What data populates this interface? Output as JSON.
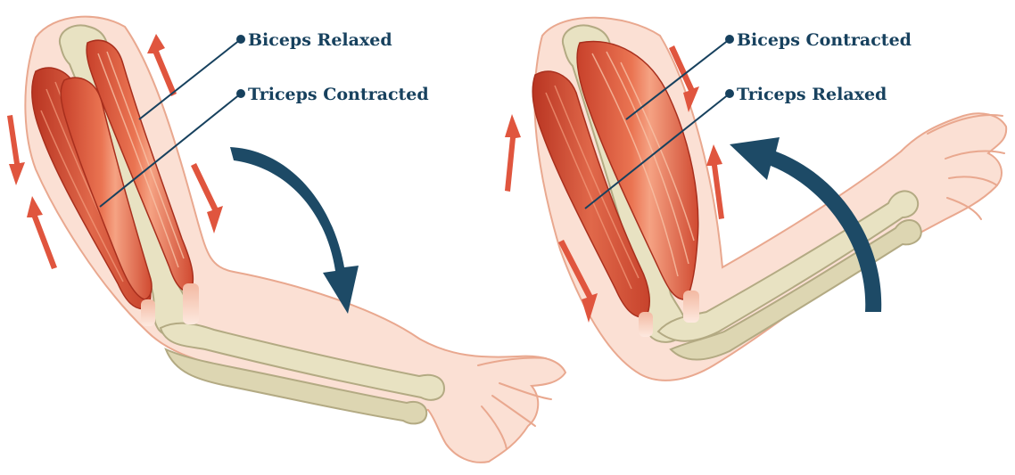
{
  "colors": {
    "label_text": "#17415e",
    "leader_line": "#17415e",
    "rotation_arrow": "#1d4a66",
    "muscle_dark": "#c8412b",
    "muscle_mid": "#e0684a",
    "muscle_light": "#f29a78",
    "muscle_highlight": "#f8c2a6",
    "bone": "#e8e2c2",
    "bone_shadow": "#c9c29c",
    "bone_outline": "#b3aa83",
    "skin": "#fbe0d4",
    "skin_outline": "#e9a88f",
    "tension_arrow": "#e0553e"
  },
  "panels": [
    {
      "id": "extension",
      "labels": {
        "biceps": "Biceps Relaxed",
        "triceps": "Triceps Contracted"
      },
      "rotation_arrow_direction": "down"
    },
    {
      "id": "flexion",
      "labels": {
        "biceps": "Biceps Contracted",
        "triceps": "Triceps Relaxed"
      },
      "rotation_arrow_direction": "up"
    }
  ]
}
